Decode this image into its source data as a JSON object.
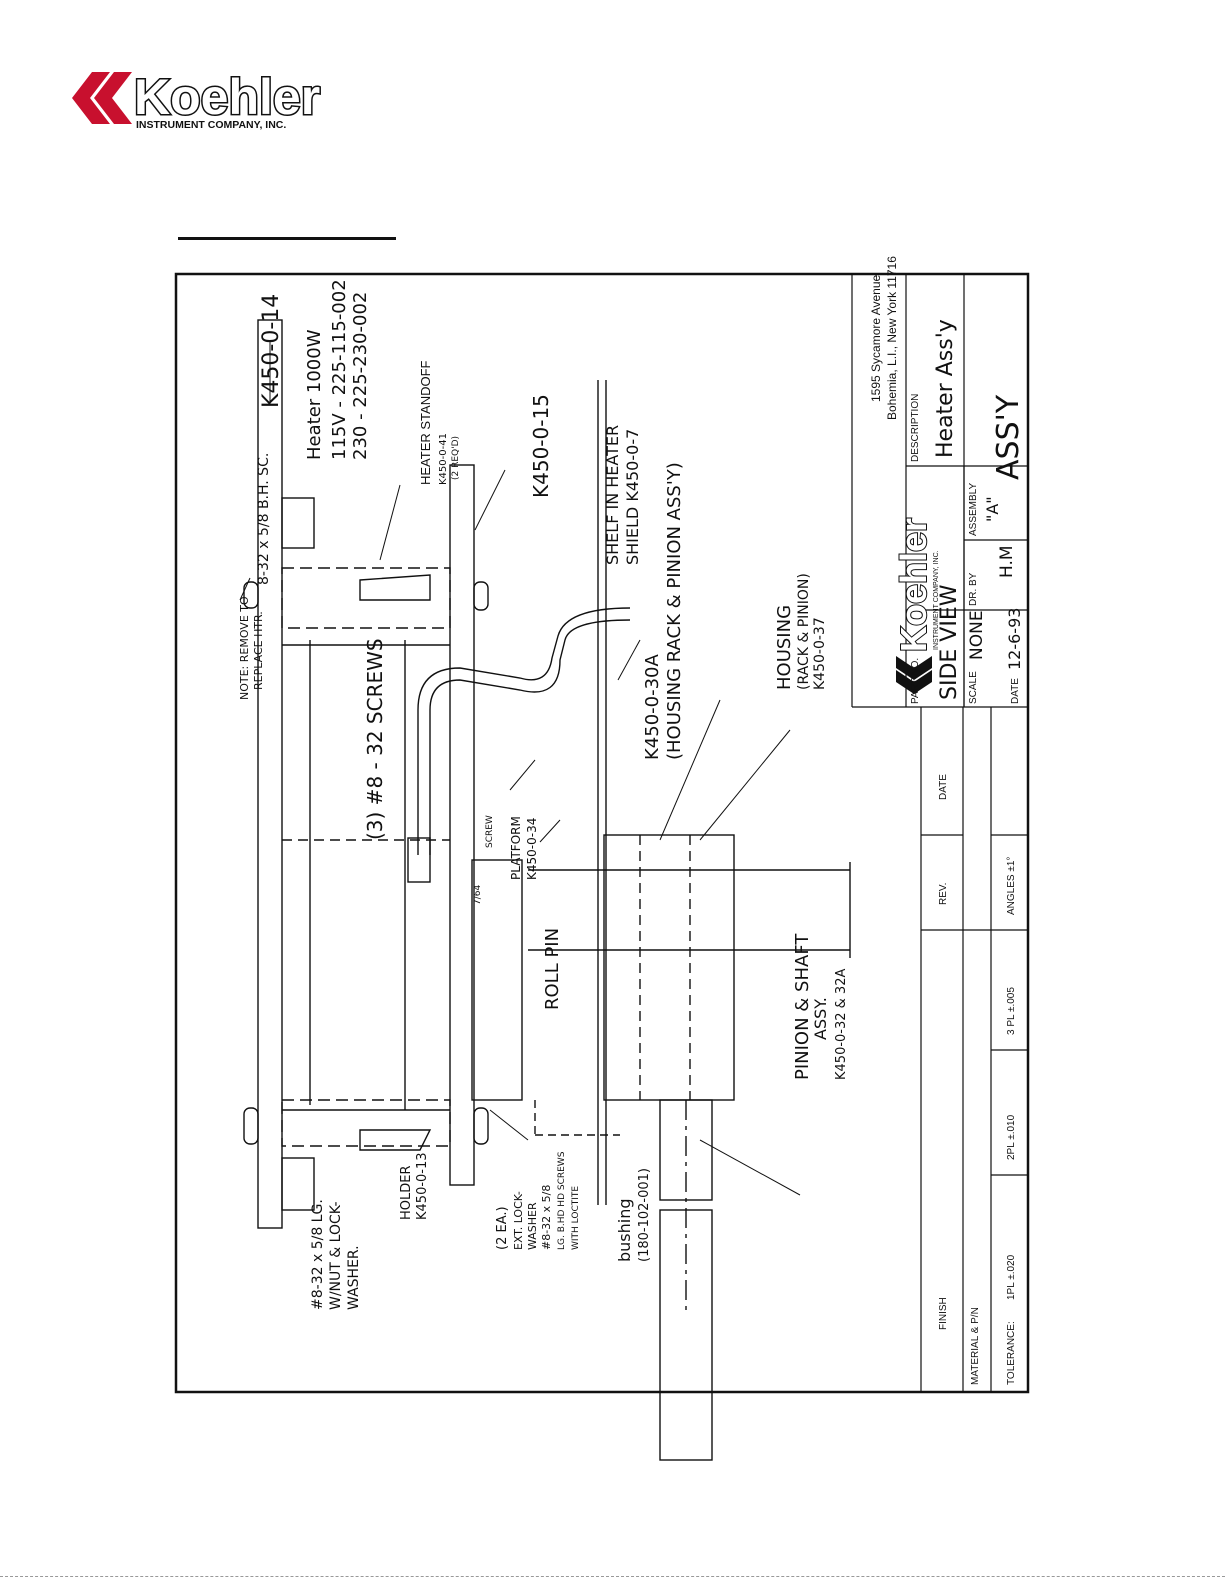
{
  "header": {
    "logo_wordmark": "Koehler",
    "logo_subtitle": "INSTRUMENT COMPANY, INC."
  },
  "title_block": {
    "logo_wordmark": "Koehler",
    "logo_subtitle": "INSTRUMENT COMPANY, INC.",
    "address_line1": "1595 Sycamore Avenue",
    "address_line2": "Bohemia, L.I., New York 11716",
    "part_no_label": "PART NO.",
    "part_no_value": "SIDE VIEW",
    "description_label": "DESCRIPTION",
    "description_value": "Heater Ass'y",
    "scale_label": "SCALE",
    "scale_value": "NONE",
    "dr_by_label": "DR. BY",
    "dr_by_value": "H.M",
    "assembly_label": "ASSEMBLY",
    "assembly_value": "\"A\"",
    "assembly_value2": "ASS'Y",
    "date_label": "DATE",
    "date_value": "12-6-93",
    "finish_label": "FINISH",
    "material_label": "MATERIAL & P/N",
    "rev_label": "REV.",
    "rev_date_label": "DATE",
    "tolerance_label": "TOLERANCE:",
    "tol_1pl": "1PL   ±.020",
    "tol_2pl": "2PL   ±.010",
    "tol_3pl": "3 PL   ±.005",
    "tol_angles": "ANGLES   ±1°"
  },
  "annotations": {
    "top_plate": "K450-0-14",
    "screw_top": "8-32 x 5/8 B.H. SC.",
    "note_line1": "NOTE: REMOVE TO",
    "note_line2": "REPLACE HTR.",
    "heater_title": "Heater 1000W",
    "heater_115": "115V  -  225-115-002",
    "heater_230": "230  -  225-230-002",
    "standoff_line1": "HEATER STANDOFF",
    "standoff_line2": "K450-0-41",
    "standoff_line3": "(2 REQ'D)",
    "base_plate": "K450-0-15",
    "shelf_line1": "SHELF IN HEATER",
    "shelf_line2": "SHIELD  K450-0-7",
    "housing_pn": "K450-0-30A",
    "housing_desc": "(HOUSING RACK & PINION ASS'Y)",
    "housing_line1": "HOUSING",
    "housing_line2": "(RACK & PINION)",
    "housing_line3": "K450-0-37",
    "screws_32": "(3) #8 - 32 SCREWS",
    "platform_line1": "PLATFORM",
    "platform_line2": "K450-0-34",
    "platform_screw": "SCREW",
    "roll_pin": "ROLL PIN",
    "dim_764": "7/64",
    "pinion_line1": "PINION & SHAFT",
    "pinion_line2": "ASSY.",
    "pinion_line3": "K450-0-32 & 32A",
    "bushing_line1": "bushing",
    "bushing_line2": "(180-102-001)",
    "lock_line1": "(2 EA.)",
    "lock_line2": "EXT. LOCK-",
    "lock_line3": "WASHER",
    "lock_line4": "#8-32 x 5/8",
    "lock_line5": "LG. B.HD HD SCREWS",
    "lock_line6": "WITH LOCTITE",
    "holder_line1": "HOLDER",
    "holder_line2": "K450-0-13",
    "nut_line1": "#8-32 x 5/8 LG.",
    "nut_line2": "W/NUT & LOCK-",
    "nut_line3": "WASHER."
  }
}
